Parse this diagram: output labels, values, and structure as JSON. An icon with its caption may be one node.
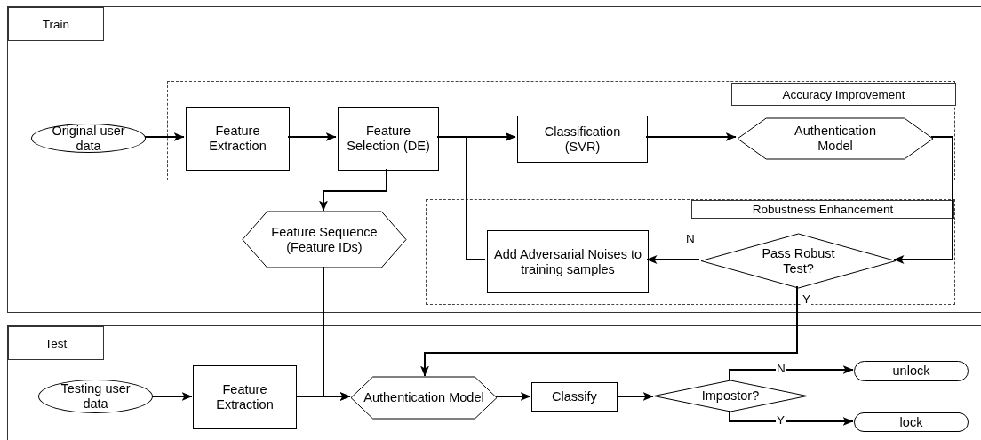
{
  "diagram": {
    "nodes": [
      {
        "text": [
          "Train"
        ]
      },
      {
        "text": [
          "Accuracy Improvement"
        ],
        "in": 0
      },
      {
        "text": [
          "Original user data"
        ],
        "in": 0
      },
      {
        "text": [
          "Feature Extraction"
        ],
        "in": 1
      },
      {
        "text": [
          "Feature Selection (DE)"
        ],
        "in": 1
      },
      {
        "text": [
          "Classification (SVR)"
        ],
        "in": 1
      },
      {
        "text": [
          "Authentication Model"
        ],
        "in": 1
      },
      {
        "text": [
          "Feature Sequence (Feature IDs)"
        ],
        "in": 0
      },
      {
        "text": [
          "Robustness Enhancement"
        ],
        "in": 0
      },
      {
        "text": [
          "Add Adversarial Noises to training samples"
        ],
        "in": 8
      },
      {
        "text": [
          "Pass Robust Test?"
        ],
        "in": 8
      },
      {
        "text": [
          "Test"
        ]
      },
      {
        "text": [
          "Testing user data"
        ],
        "in": 11
      },
      {
        "text": [
          "Feature Extraction"
        ],
        "in": 11
      },
      {
        "text": [
          "Authentication Model"
        ],
        "in": 11
      },
      {
        "text": [
          "Classify"
        ],
        "in": 11
      },
      {
        "text": [
          "Impostor?"
        ],
        "in": 11
      },
      {
        "text": [
          "unlock"
        ],
        "in": 11
      },
      {
        "text": [
          "lock"
        ],
        "in": 11
      }
    ],
    "edges": [
      {
        "from": 2,
        "to": 3,
        "arrow": "to"
      },
      {
        "from": 3,
        "to": 4,
        "arrow": "to"
      },
      {
        "from": 4,
        "to": 5,
        "arrow": "to"
      },
      {
        "from": 5,
        "to": 6,
        "arrow": "to"
      },
      {
        "from": 6,
        "to": 10,
        "arrow": "to"
      },
      {
        "from": 10,
        "to": 9,
        "arrow": "to",
        "label": "N"
      },
      {
        "from": 9,
        "to": 5,
        "arrow": "to"
      },
      {
        "from": 4,
        "to": 7,
        "arrow": "to"
      },
      {
        "from": 7,
        "to": 14,
        "arrow": "to"
      },
      {
        "from": 10,
        "to": 14,
        "arrow": "to",
        "label": "Y"
      },
      {
        "from": 12,
        "to": 13,
        "arrow": "to"
      },
      {
        "from": 13,
        "to": 14,
        "arrow": "to"
      },
      {
        "from": 14,
        "to": 15,
        "arrow": "to"
      },
      {
        "from": 15,
        "to": 16,
        "arrow": "to"
      },
      {
        "from": 16,
        "to": 17,
        "arrow": "to",
        "label": "N"
      },
      {
        "from": 16,
        "to": 18,
        "arrow": "to",
        "label": "Y"
      }
    ]
  }
}
